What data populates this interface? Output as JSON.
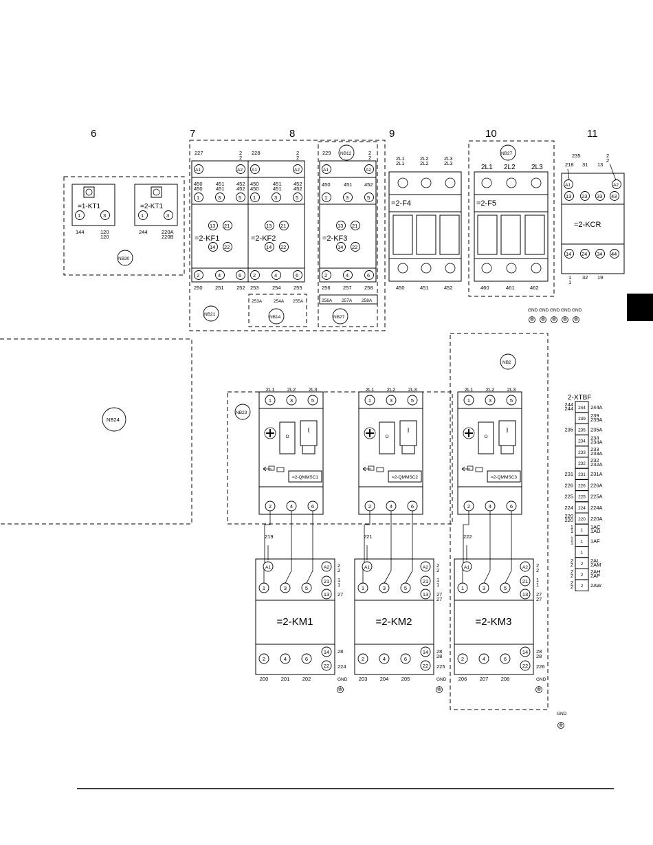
{
  "page": {
    "side_tab_color": "#000000",
    "footer_rule": true
  },
  "columns": [
    "6",
    "7",
    "8",
    "9",
    "10",
    "11"
  ],
  "timers": [
    {
      "name": "=1-KT1",
      "t1": "1",
      "t3": "3",
      "w_left": "144",
      "w_right": [
        "120",
        "120"
      ]
    },
    {
      "name": "=2-KT1",
      "t1": "1",
      "t3": "3",
      "w_left": "244",
      "w_right": [
        "220A",
        "220B"
      ]
    }
  ],
  "relays": [
    {
      "name": "=2-KF1",
      "top_left": "227",
      "top_right": [
        "2",
        "2"
      ],
      "coil": [
        "A1",
        "A2"
      ],
      "in_wires": [
        [
          "450",
          "450"
        ],
        [
          "451",
          "451"
        ],
        [
          "452",
          "452"
        ]
      ],
      "poles_top": [
        "1",
        "3",
        "5"
      ],
      "aux": [
        "13",
        "21",
        "14",
        "22"
      ],
      "poles_bottom": [
        "2",
        "4",
        "6"
      ],
      "out_wires": [
        "250",
        "251",
        "252"
      ]
    },
    {
      "name": "=2-KF2",
      "top_left": "228",
      "top_right": [
        "2",
        "2"
      ],
      "coil": [
        "A1",
        "A2"
      ],
      "in_wires": [
        [
          "450",
          "450"
        ],
        [
          "451",
          "451"
        ],
        [
          "452",
          "452"
        ]
      ],
      "poles_top": [
        "1",
        "3",
        "5"
      ],
      "aux": [
        "13",
        "21",
        "14",
        "22"
      ],
      "poles_bottom": [
        "2",
        "4",
        "6"
      ],
      "out_wires": [
        "253",
        "254",
        "255"
      ]
    },
    {
      "name": "=2-KF3",
      "top_left": "229",
      "top_right": [
        "2",
        "2"
      ],
      "coil": [
        "A1",
        "A2"
      ],
      "in_wires": [
        [
          "450"
        ],
        [
          "451"
        ],
        [
          "452"
        ]
      ],
      "poles_top": [
        "1",
        "3",
        "5"
      ],
      "aux": [
        "13",
        "21",
        "14",
        "22"
      ],
      "poles_bottom": [
        "2",
        "4",
        "6"
      ],
      "out_wires": [
        "256",
        "257",
        "258"
      ]
    }
  ],
  "relay_extras": {
    "kf2_terminals": [
      "253A",
      "254A",
      "255A"
    ],
    "kf3_terminals": [
      "256A",
      "257A",
      "258A"
    ]
  },
  "fuses": [
    {
      "name": "=2-F4",
      "top": [
        [
          "2L1",
          "2L1"
        ],
        [
          "2L2",
          "2L2"
        ],
        [
          "2L3",
          "2L3"
        ]
      ],
      "bottom": [
        "450",
        "451",
        "452"
      ]
    },
    {
      "name": "=2-F5",
      "top": [
        [
          "2L1"
        ],
        [
          "2L2"
        ],
        [
          "2L3"
        ]
      ],
      "bottom": [
        "460",
        "461",
        "462"
      ]
    }
  ],
  "kcr": {
    "name": "=2-KCR",
    "top_wires": [
      "235",
      "218",
      "31",
      "13"
    ],
    "top_right": [
      "2",
      "2"
    ],
    "coil": [
      "A1",
      "A2"
    ],
    "row1": [
      "13",
      "23",
      "33",
      "43"
    ],
    "row2": [
      "14",
      "24",
      "34",
      "44"
    ],
    "bottom_wires": [
      "1",
      "1",
      "32",
      "19"
    ]
  },
  "gnd_group": [
    "GND",
    "GND",
    "GND",
    "GND",
    "GND"
  ],
  "nb_labels": {
    "nb30": "NB30",
    "nb21": "NB21",
    "nb14": "NB14",
    "nb12": "NB12",
    "nb27a": "NB27",
    "nb27b": "NB27",
    "nb24": "NB24",
    "nb23": "NB23",
    "nb2": "NB2"
  },
  "breakers": [
    {
      "name": "=2-QMMSC1",
      "top": [
        "2L1",
        "2L2",
        "2L3"
      ],
      "in": [
        "1",
        "3",
        "5"
      ],
      "out": [
        "2",
        "4",
        "6"
      ],
      "reset_symbol": "I",
      "aux_symbol": "O"
    },
    {
      "name": "=2-QMMSC2",
      "top": [
        "2L1",
        "2L2",
        "2L3"
      ],
      "in": [
        "1",
        "3",
        "5"
      ],
      "out": [
        "2",
        "4",
        "6"
      ],
      "reset_symbol": "I",
      "aux_symbol": "O"
    },
    {
      "name": "=2-QMMSC3",
      "top": [
        "2L1",
        "2L2",
        "2L3"
      ],
      "in": [
        "1",
        "3",
        "5"
      ],
      "out": [
        "2",
        "4",
        "6"
      ],
      "reset_symbol": "I",
      "aux_symbol": "O"
    }
  ],
  "contactors": [
    {
      "name": "=2-KM1",
      "wire": "219",
      "coil": [
        "A1",
        "A2"
      ],
      "a2_wires": [
        "2",
        "2"
      ],
      "in": [
        "1",
        "3",
        "5"
      ],
      "aux_top": [
        "21",
        "13"
      ],
      "aux_top_wires": [
        [
          "1",
          "1"
        ],
        [
          "27"
        ]
      ],
      "out": [
        "2",
        "4",
        "6"
      ],
      "aux_bottom": [
        "14",
        "22"
      ],
      "aux_bottom_wires": [
        [
          "28"
        ],
        [
          "224"
        ]
      ],
      "out_wires": [
        "200",
        "201",
        "202"
      ],
      "gnd": "GND"
    },
    {
      "name": "=2-KM2",
      "wire": "221",
      "coil": [
        "A1",
        "A2"
      ],
      "a2_wires": [
        "2",
        "2"
      ],
      "in": [
        "1",
        "3",
        "5"
      ],
      "aux_top": [
        "21",
        "13"
      ],
      "aux_top_wires": [
        [
          "1",
          "1"
        ],
        [
          "27",
          "27"
        ]
      ],
      "out": [
        "2",
        "4",
        "6"
      ],
      "aux_bottom": [
        "14",
        "22"
      ],
      "aux_bottom_wires": [
        [
          "28",
          "28"
        ],
        [
          "225"
        ]
      ],
      "out_wires": [
        "203",
        "204",
        "205"
      ],
      "gnd": "GND"
    },
    {
      "name": "=2-KM3",
      "wire": "222",
      "coil": [
        "A1",
        "A2"
      ],
      "a2_wires": [
        "2",
        "2"
      ],
      "in": [
        "1",
        "3",
        "5"
      ],
      "aux_top": [
        "21",
        "13"
      ],
      "aux_top_wires": [
        [
          "1",
          "1"
        ],
        [
          "27",
          "27"
        ]
      ],
      "out": [
        "2",
        "4",
        "6"
      ],
      "aux_bottom": [
        "14",
        "22"
      ],
      "aux_bottom_wires": [
        [
          "28",
          "28"
        ],
        [
          "226"
        ]
      ],
      "out_wires": [
        "206",
        "207",
        "208"
      ],
      "gnd": "GND"
    }
  ],
  "terminal_block": {
    "name": "2-XTBF",
    "rows": [
      {
        "term": "244",
        "left": [
          "244",
          "244"
        ],
        "right": [
          "244A"
        ]
      },
      {
        "term": "239",
        "left": [],
        "right": [
          "239",
          "239A"
        ]
      },
      {
        "term": "235",
        "left": [
          "235"
        ],
        "right": [
          "235A"
        ]
      },
      {
        "term": "234",
        "left": [],
        "right": [
          "234",
          "234A"
        ]
      },
      {
        "term": "233",
        "left": [],
        "right": [
          "233",
          "233A"
        ]
      },
      {
        "term": "232",
        "left": [],
        "right": [
          "232",
          "232A"
        ]
      },
      {
        "term": "231",
        "left": [
          "231"
        ],
        "right": [
          "231A"
        ]
      },
      {
        "term": "226",
        "left": [
          "226"
        ],
        "right": [
          "226A"
        ]
      },
      {
        "term": "225",
        "left": [
          "225"
        ],
        "right": [
          "225A"
        ]
      },
      {
        "term": "224",
        "left": [
          "224"
        ],
        "right": [
          "224A"
        ]
      },
      {
        "term": "220",
        "left": [
          "220",
          "220"
        ],
        "right": [
          "220A"
        ]
      },
      {
        "term": "1",
        "left": [
          "1",
          "1"
        ],
        "right": [
          "1AC",
          "1AD"
        ]
      },
      {
        "term": "1",
        "left": [
          "1",
          "1"
        ],
        "right": [
          "1AF"
        ]
      },
      {
        "term": "1",
        "left": [],
        "right": []
      },
      {
        "term": "2",
        "left": [
          "2",
          "2"
        ],
        "right": [
          "2AL",
          "2AM"
        ]
      },
      {
        "term": "2",
        "left": [
          "2",
          "2"
        ],
        "right": [
          "2AH",
          "2AP"
        ]
      },
      {
        "term": "2",
        "left": [
          "2",
          "2"
        ],
        "right": [
          "2AW"
        ]
      }
    ],
    "gnd": "GND"
  }
}
